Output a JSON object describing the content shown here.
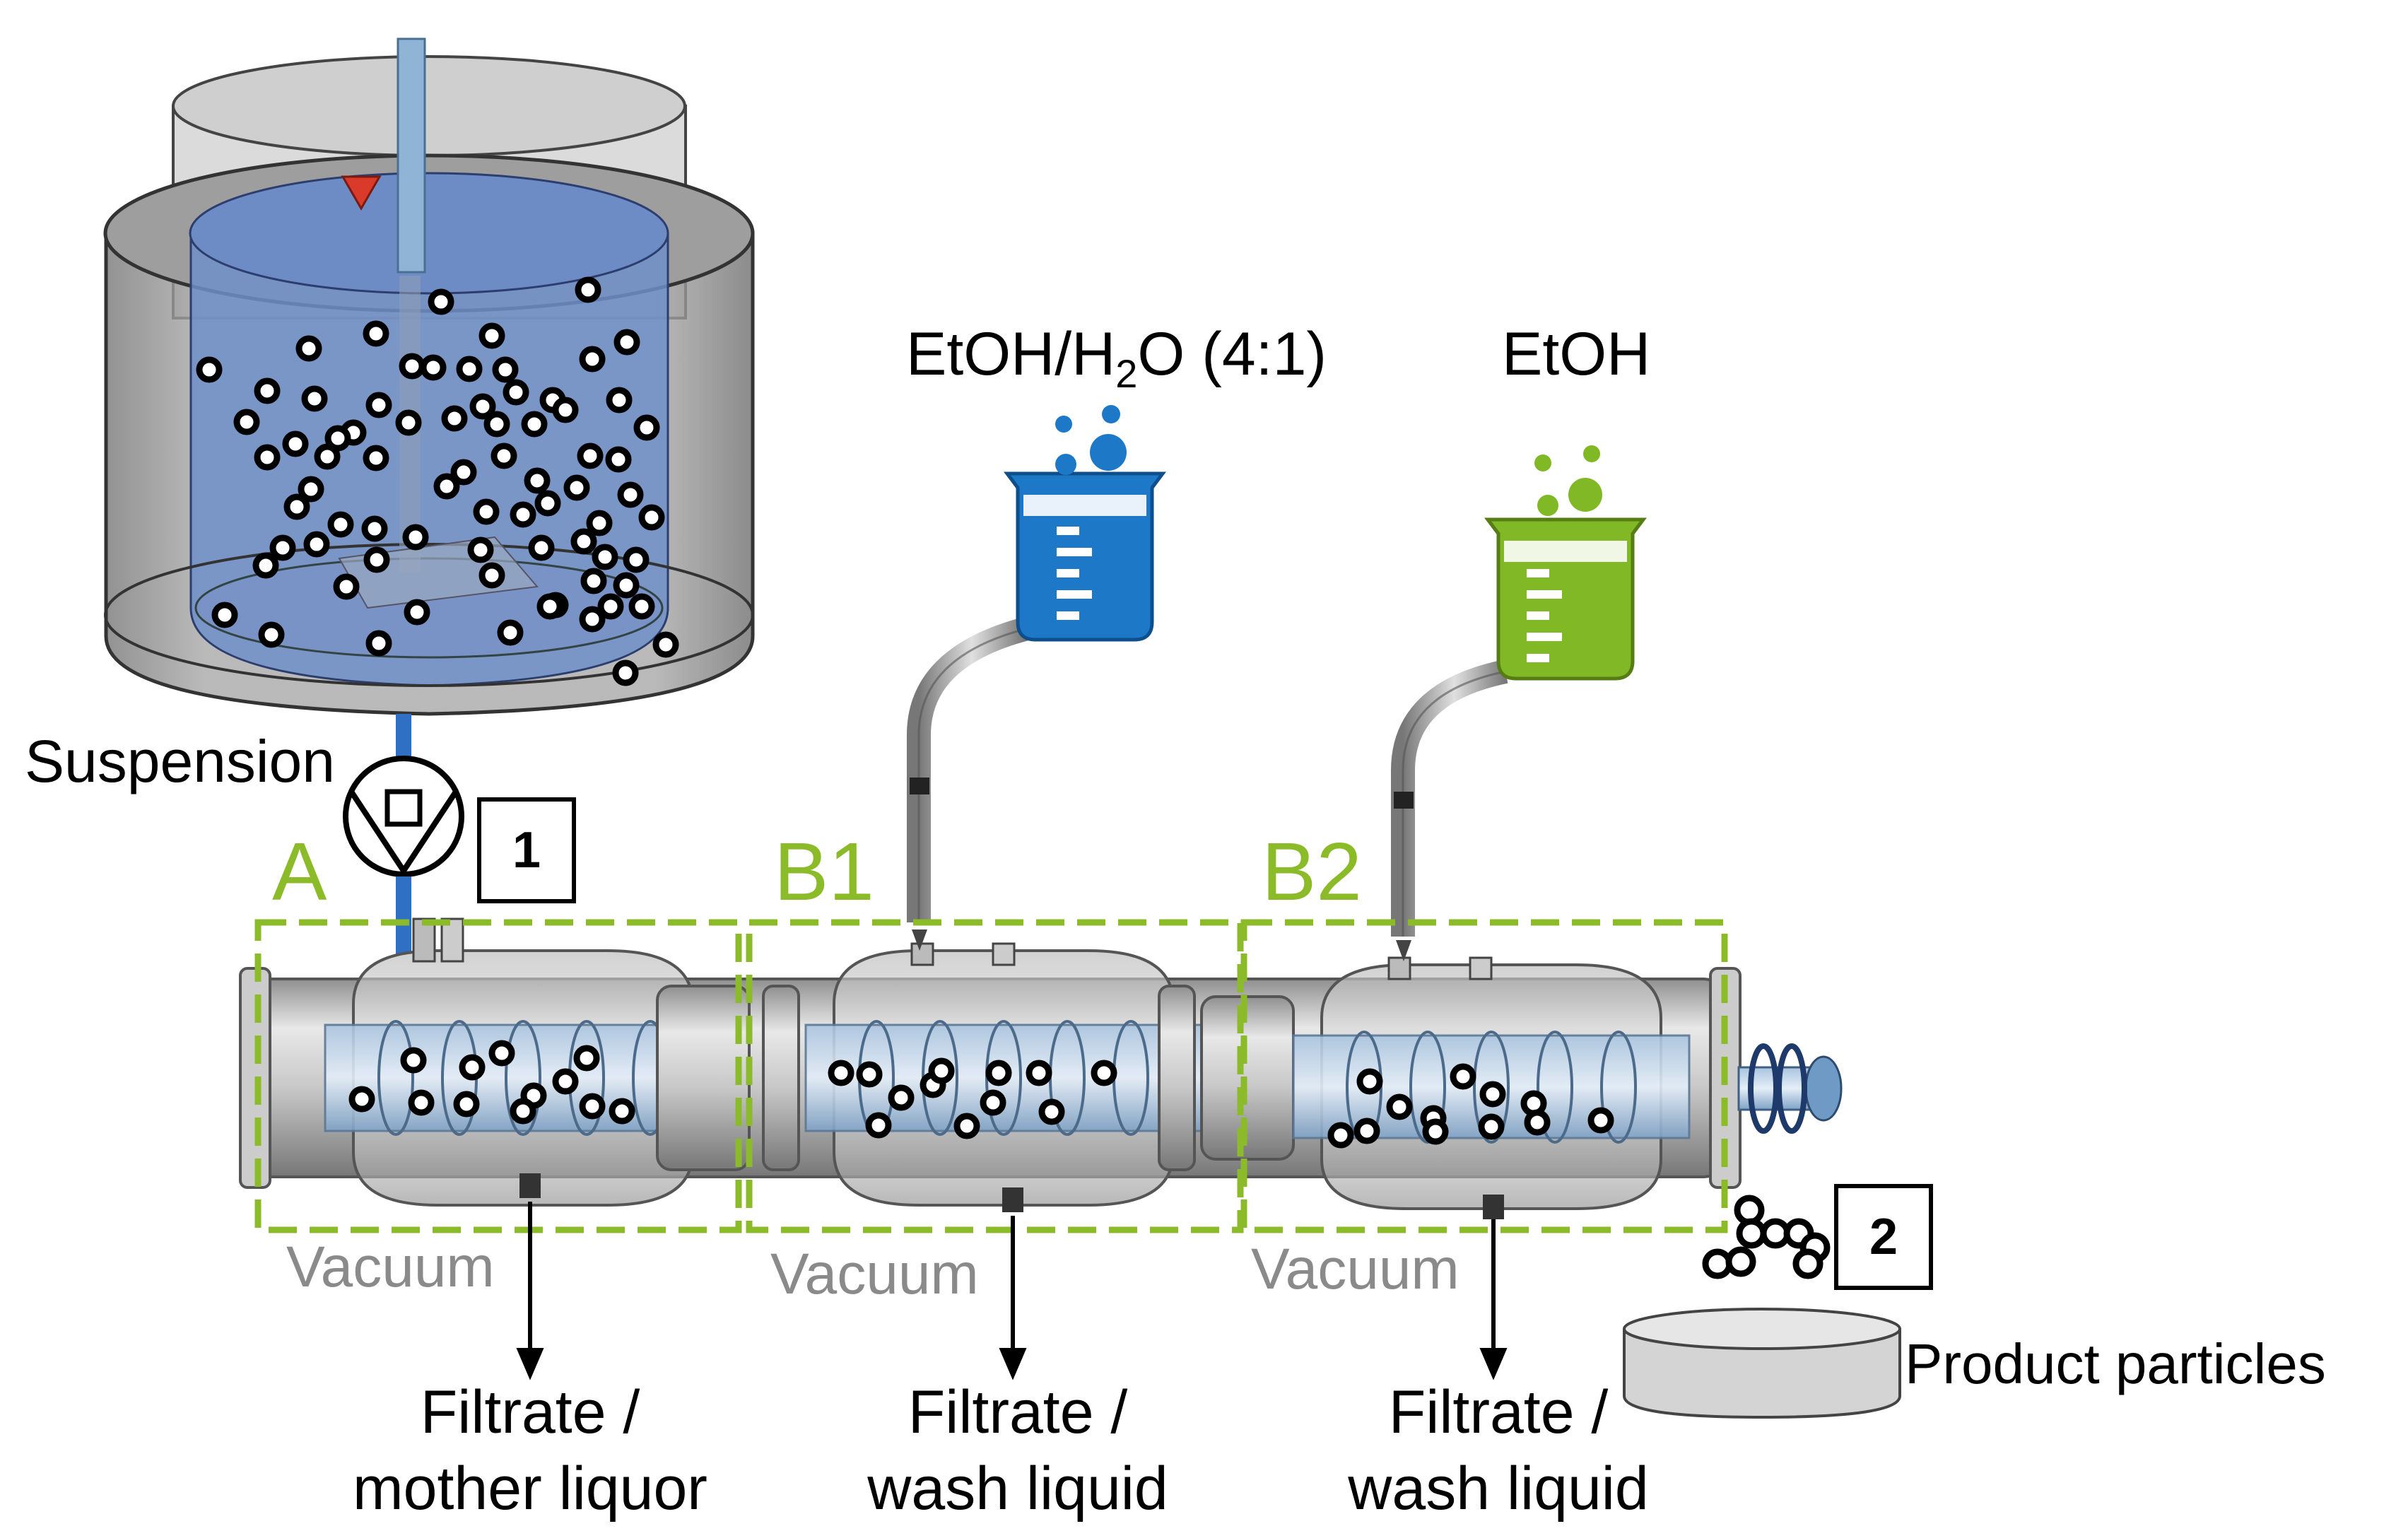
{
  "labels": {
    "suspension": "Suspension",
    "reagent_b1": "EtOH/H2O (4:1)",
    "reagent_b1_pre": "EtOH/H",
    "reagent_b1_sub": "2",
    "reagent_b1_post": "O (4:1)",
    "reagent_b2": "EtOH",
    "vacuum": "Vacuum",
    "product": "Product particles"
  },
  "sections": [
    {
      "id": "A",
      "label": "A",
      "outlet_line1": "Filtrate /",
      "outlet_line2": "mother liquor"
    },
    {
      "id": "B1",
      "label": "B1",
      "outlet_line1": "Filtrate /",
      "outlet_line2": "wash liquid"
    },
    {
      "id": "B2",
      "label": "B2",
      "outlet_line1": "Filtrate /",
      "outlet_line2": "wash liquid"
    }
  ],
  "markers": {
    "one": "1",
    "two": "2"
  },
  "colors": {
    "section_green": "#8cbb2a",
    "beaker_blue": "#1e78c8",
    "beaker_green": "#80b826",
    "tank_liquid": "#6f8fc8",
    "pipe_blue": "#2f6fc4",
    "vacuum_gray": "#8a8a8a"
  }
}
